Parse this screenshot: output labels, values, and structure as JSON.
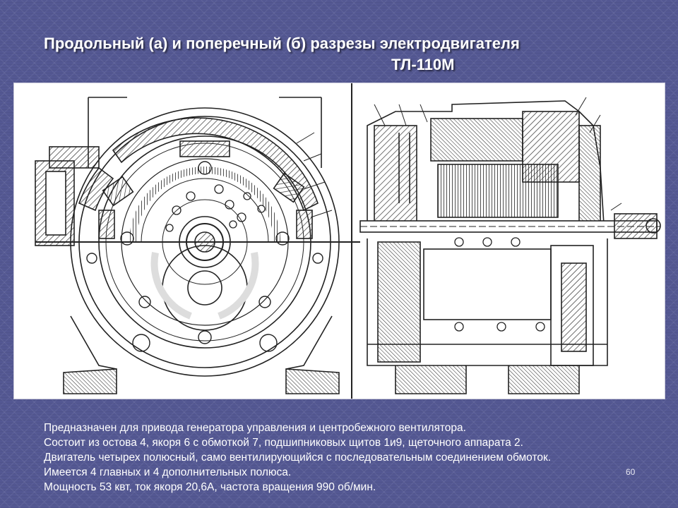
{
  "slide": {
    "title_line1": "Продольный (а) и поперечный (б) разрезы электродвигателя",
    "title_line2": "ТЛ-110М",
    "body_lines": [
      "Предназначен для привода генератора управления и центробежного вентилятора.",
      "Состоит из остова 4, якоря 6 с обмоткой 7, подшипниковых щитов 1и9, щеточного аппарата 2.",
      "Двигатель четырех полюсный, само вентилирующийся с последовательным соединением обмоток.",
      "Имеется 4 главных и 4 дополнительных полюса.",
      "Мощность 53 квт, ток якоря 20,6А, частота вращения 990 об/мин."
    ],
    "page_number": "60"
  },
  "colors": {
    "background": "#545893",
    "title_text": "#ffffff",
    "body_text": "#ffffff",
    "drawing_ink": "#222222",
    "figure_bg": "#ffffff"
  }
}
